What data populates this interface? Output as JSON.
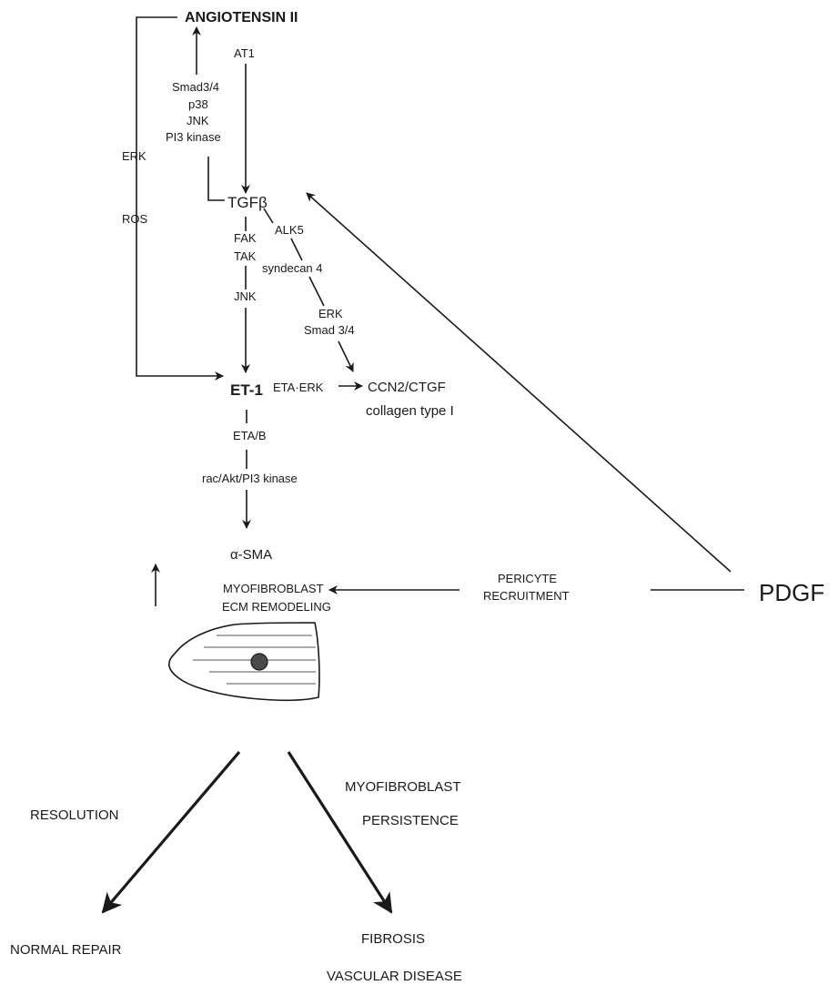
{
  "nodes": {
    "angiotensin": "ANGIOTENSIN II",
    "tgfb": "TGFβ",
    "et1": "ET-1",
    "ccn2": "CCN2/CTGF",
    "collagen": "collagen type I",
    "asma": "α-SMA",
    "myofibroblast": "MYOFIBROBLAST",
    "ecm": "ECM REMODELING",
    "pdgf": "PDGF",
    "normal_repair": "NORMAL REPAIR",
    "fibrosis": "FIBROSIS",
    "vascular_disease": "VASCULAR DISEASE"
  },
  "edge_labels": {
    "at1": "AT1",
    "smad34": "Smad3/4",
    "p38": "p38",
    "jnk_top": "JNK",
    "pi3_kinase": "PI3 kinase",
    "erk_left": "ERK",
    "ros": "ROS",
    "fak": "FAK",
    "tak": "TAK",
    "jnk_mid": "JNK",
    "alk5": "ALK5",
    "syndecan4": "syndecan 4",
    "erk_mid": "ERK",
    "smad_3_4": "Smad 3/4",
    "eta_erk": "ETA·ERK",
    "eta_b": "ETA/B",
    "rac_akt_pi3": "rac/Akt/PI3 kinase",
    "pericyte": "PERICYTE",
    "recruitment": "RECRUITMENT",
    "resolution": "RESOLUTION",
    "myofibroblast_persist": "MYOFIBROBLAST",
    "persistence": "PERSISTENCE"
  }
}
